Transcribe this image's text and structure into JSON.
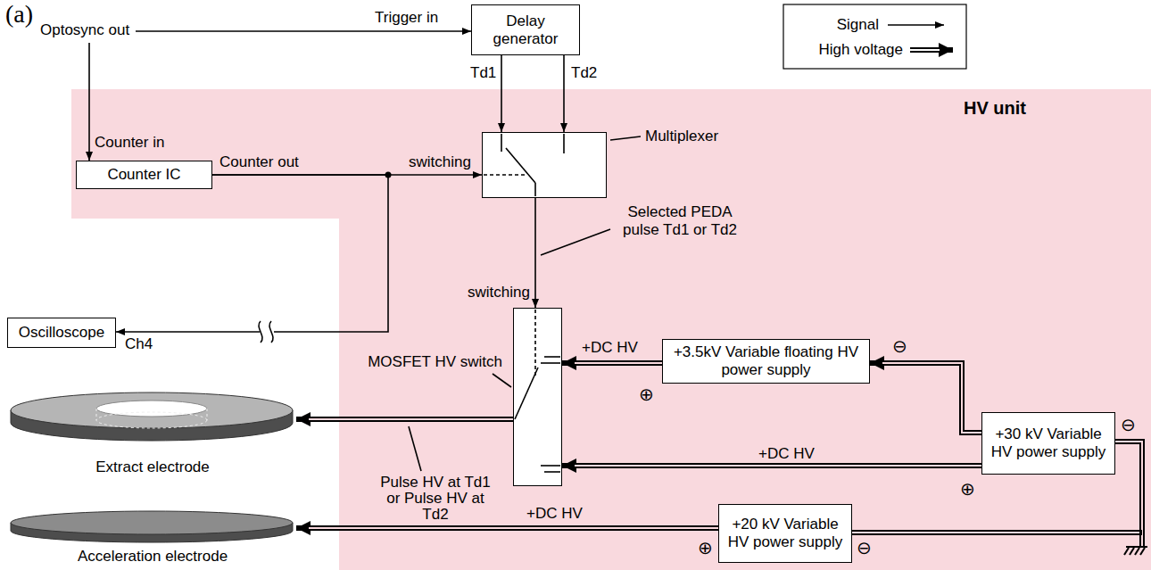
{
  "diagram": {
    "nodes": [
      {
        "text": [
          "Delay generator"
        ]
      },
      {
        "text": [
          "HV unit"
        ]
      },
      {
        "text": [
          "Multiplexer"
        ],
        "in": 1
      },
      {
        "text": [
          "Counter IC"
        ],
        "in": 1
      },
      {
        "text": [
          "Oscilloscope"
        ]
      },
      {
        "text": [
          "MOSFET HV switch"
        ],
        "in": 1
      },
      {
        "text": [
          "+3.5kV Variable floating HV power supply"
        ],
        "in": 1
      },
      {
        "text": [
          "+30 kV Variable HV power supply"
        ],
        "in": 1
      },
      {
        "text": [
          "Extract electrode"
        ]
      },
      {
        "text": [
          "+20 kV Variable HV power supply"
        ],
        "in": 1
      },
      {
        "text": [
          "Acceleration electrode"
        ]
      }
    ],
    "edges": [
      {
        "from": 0,
        "to": 2,
        "arrow": "to",
        "label": "Td1"
      },
      {
        "from": 0,
        "to": 2,
        "arrow": "to",
        "label": "Td2"
      },
      {
        "from": 3,
        "to": 2,
        "arrow": "to",
        "label": "Counter out"
      },
      {
        "from": 3,
        "to": 4,
        "arrow": "to",
        "label": "Ch4"
      },
      {
        "from": 2,
        "to": 5,
        "arrow": "to"
      },
      {
        "from": 6,
        "to": 5,
        "arrow": "to",
        "label": "+DC HV"
      },
      {
        "from": 7,
        "to": 5,
        "arrow": "to",
        "label": "+DC HV"
      },
      {
        "from": 7,
        "to": 6,
        "arrow": "to"
      },
      {
        "from": 5,
        "to": 8,
        "arrow": "to"
      },
      {
        "from": 9,
        "to": 10,
        "arrow": "to",
        "label": "+DC HV"
      }
    ],
    "labels": [
      "(a)",
      "Optosync out",
      "Trigger in",
      "Counter in",
      "switching",
      "Selected PEDA pulse Td1 or Td2",
      "switching",
      "⊕",
      "⊖",
      "Pulse HV at Td1 or Pulse HV at Td2",
      "⊕",
      "⊖",
      "⊕",
      "⊖"
    ],
    "legend": [
      {
        "text": "Signal"
      },
      {
        "text": "High voltage"
      }
    ]
  }
}
